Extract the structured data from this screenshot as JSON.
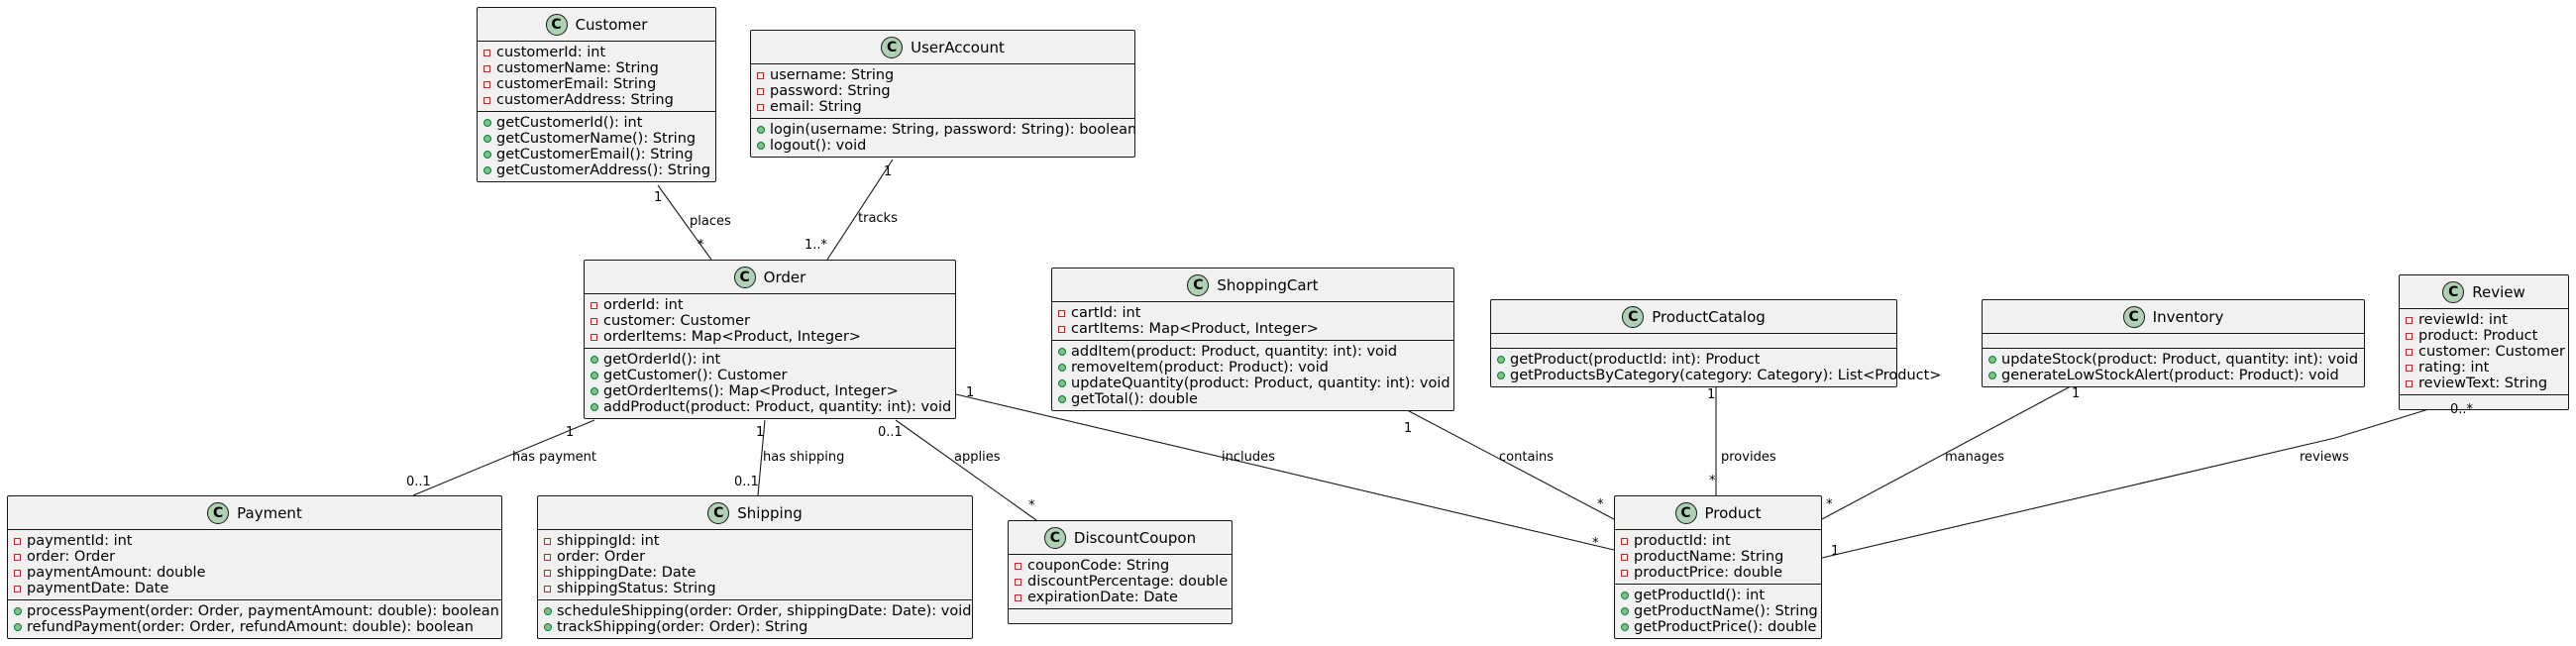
{
  "classes": {
    "customer": {
      "name": "Customer",
      "badge": "C",
      "attributes": [
        "customerId: int",
        "customerName: String",
        "customerEmail: String",
        "customerAddress: String"
      ],
      "methods": [
        "getCustomerId(): int",
        "getCustomerName(): String",
        "getCustomerEmail(): String",
        "getCustomerAddress(): String"
      ]
    },
    "useraccount": {
      "name": "UserAccount",
      "badge": "C",
      "attributes": [
        "username: String",
        "password: String",
        "email: String"
      ],
      "methods": [
        "login(username: String, password: String): boolean",
        "logout(): void"
      ]
    },
    "order": {
      "name": "Order",
      "badge": "C",
      "attributes": [
        "orderId: int",
        "customer: Customer",
        "orderItems: Map<Product, Integer>"
      ],
      "methods": [
        "getOrderId(): int",
        "getCustomer(): Customer",
        "getOrderItems(): Map<Product, Integer>",
        "addProduct(product: Product, quantity: int): void"
      ]
    },
    "shoppingcart": {
      "name": "ShoppingCart",
      "badge": "C",
      "attributes": [
        "cartId: int",
        "cartItems: Map<Product, Integer>"
      ],
      "methods": [
        "addItem(product: Product, quantity: int): void",
        "removeItem(product: Product): void",
        "updateQuantity(product: Product, quantity: int): void",
        "getTotal(): double"
      ]
    },
    "productcatalog": {
      "name": "ProductCatalog",
      "badge": "C",
      "attributes": [],
      "methods": [
        "getProduct(productId: int): Product",
        "getProductsByCategory(category: Category): List<Product>"
      ]
    },
    "inventory": {
      "name": "Inventory",
      "badge": "C",
      "attributes": [],
      "methods": [
        "updateStock(product: Product, quantity: int): void",
        "generateLowStockAlert(product: Product): void"
      ]
    },
    "review": {
      "name": "Review",
      "badge": "C",
      "attributes": [
        "reviewId: int",
        "product: Product",
        "customer: Customer",
        "rating: int",
        "reviewText: String"
      ],
      "methods": []
    },
    "payment": {
      "name": "Payment",
      "badge": "C",
      "attributes": [
        "paymentId: int",
        "order: Order",
        "paymentAmount: double",
        "paymentDate: Date"
      ],
      "methods": [
        "processPayment(order: Order, paymentAmount: double): boolean",
        "refundPayment(order: Order, refundAmount: double): boolean"
      ]
    },
    "shipping": {
      "name": "Shipping",
      "badge": "C",
      "attributes": [
        "shippingId: int",
        "order: Order",
        "shippingDate: Date",
        "shippingStatus: String"
      ],
      "methods": [
        "scheduleShipping(order: Order, shippingDate: Date): void",
        "trackShipping(order: Order): String"
      ]
    },
    "discountcoupon": {
      "name": "DiscountCoupon",
      "badge": "C",
      "attributes": [
        "couponCode: String",
        "discountPercentage: double",
        "expirationDate: Date"
      ],
      "methods": []
    },
    "product": {
      "name": "Product",
      "badge": "C",
      "attributes": [
        "productId: int",
        "productName: String",
        "productPrice: double"
      ],
      "methods": [
        "getProductId(): int",
        "getProductName(): String",
        "getProductPrice(): double"
      ]
    }
  },
  "relations": [
    {
      "id": "places",
      "label": "places",
      "from_mult": "1",
      "to_mult": "*"
    },
    {
      "id": "tracks",
      "label": "tracks",
      "from_mult": "1",
      "to_mult": "1..*"
    },
    {
      "id": "has-payment",
      "label": "has payment",
      "from_mult": "1",
      "to_mult": "0..1"
    },
    {
      "id": "has-shipping",
      "label": "has shipping",
      "from_mult": "1",
      "to_mult": "0..1"
    },
    {
      "id": "applies",
      "label": "applies",
      "from_mult": "0..1",
      "to_mult": "*"
    },
    {
      "id": "includes",
      "label": "includes",
      "from_mult": "1",
      "to_mult": "*"
    },
    {
      "id": "contains",
      "label": "contains",
      "from_mult": "1",
      "to_mult": "*"
    },
    {
      "id": "provides",
      "label": "provides",
      "from_mult": "1",
      "to_mult": "*"
    },
    {
      "id": "manages",
      "label": "manages",
      "from_mult": "1",
      "to_mult": "*"
    },
    {
      "id": "reviews",
      "label": "reviews",
      "from_mult": "0..*",
      "to_mult": "1"
    }
  ]
}
